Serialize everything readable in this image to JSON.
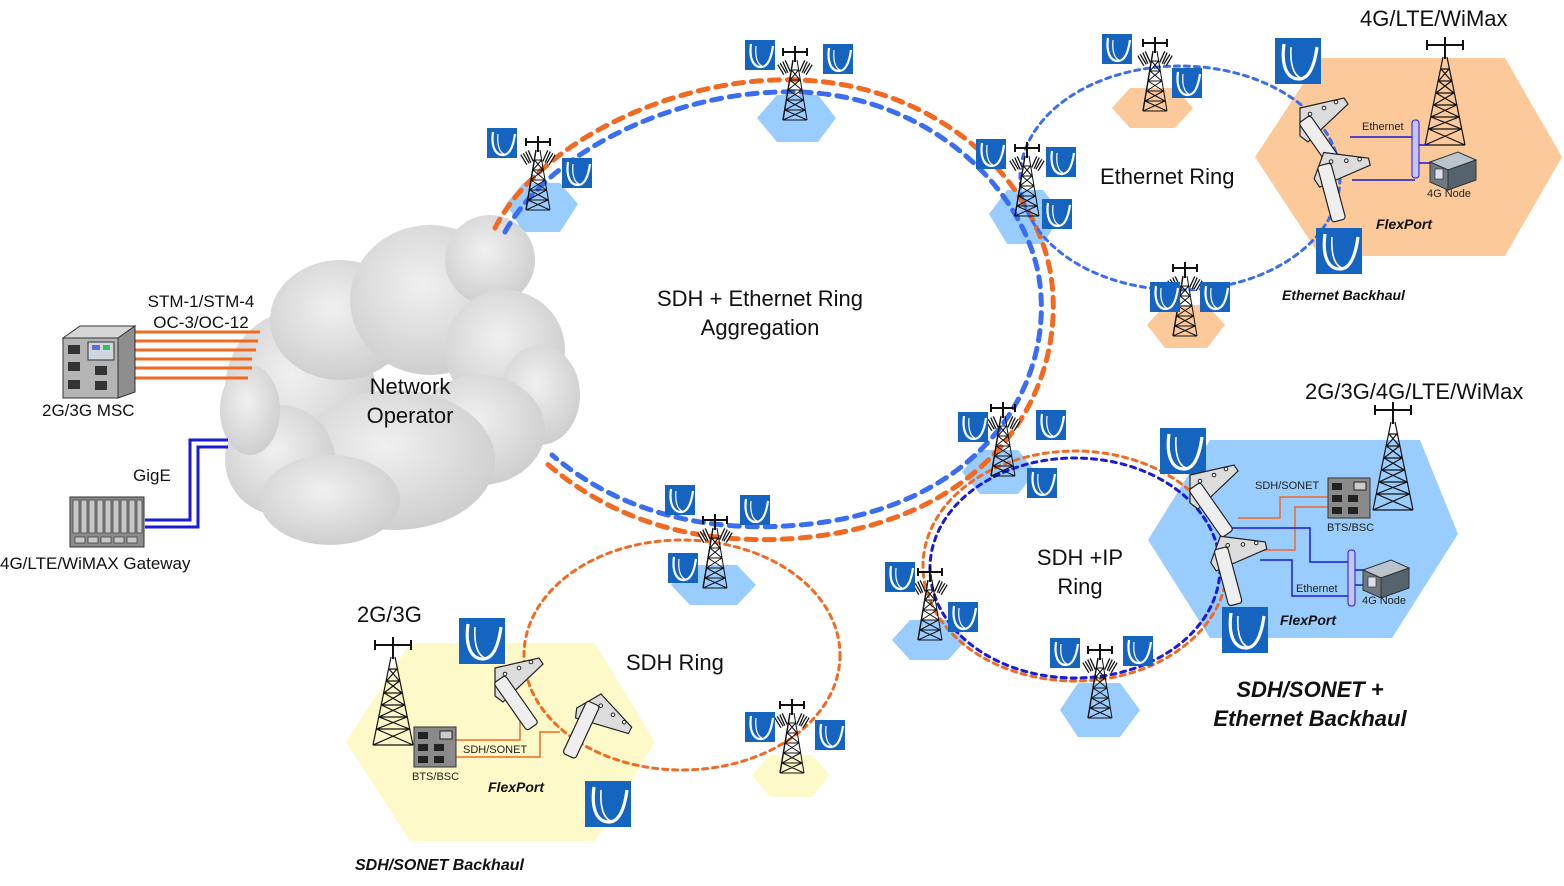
{
  "diagram": {
    "title": "SDH + Ethernet Ring Aggregation network",
    "colors": {
      "sdh_orange": "#f26a21",
      "ethernet_blue": "#3a6df0",
      "ip_dark_blue": "#1a1ad8",
      "cloud_gray": "#d9d9d9",
      "site_blue": "#99ccff",
      "site_peach": "#fbc99a",
      "site_yellow": "#fdf9c8",
      "logo_blue": "#1565c0"
    },
    "core": {
      "cloud_label_line1": "Network",
      "cloud_label_line2": "Operator",
      "msc": {
        "label": "2G/3G MSC",
        "link_label_line1": "STM-1/STM-4",
        "link_label_line2": "OC-3/OC-12"
      },
      "gateway": {
        "label": "4G/LTE/WiMAX Gateway",
        "link_label": "GigE"
      }
    },
    "rings": {
      "aggregation": {
        "label_line1": "SDH + Ethernet Ring",
        "label_line2": "Aggregation"
      },
      "ethernet": {
        "label": "Ethernet Ring"
      },
      "sdh_ip": {
        "label_line1": "SDH +IP",
        "label_line2": "Ring"
      },
      "sdh": {
        "label": "SDH Ring"
      }
    },
    "sites": {
      "ethernet_backhaul": {
        "tech": "4G/LTE/WiMax",
        "link_label": "Ethernet",
        "node_label": "4G Node",
        "flexport": "FlexPort",
        "caption": "Ethernet Backhaul"
      },
      "mixed_backhaul": {
        "tech": "2G/3G/4G/LTE/WiMax",
        "sdh_label": "SDH/SONET",
        "bts_label": "BTS/BSC",
        "eth_label": "Ethernet",
        "node_label": "4G Node",
        "flexport": "FlexPort",
        "caption_line1": "SDH/SONET +",
        "caption_line2": "Ethernet Backhaul"
      },
      "sdh_backhaul": {
        "tech": "2G/3G",
        "sdh_label": "SDH/SONET",
        "bts_label": "BTS/BSC",
        "flexport": "FlexPort",
        "caption": "SDH/SONET Backhaul"
      }
    }
  }
}
